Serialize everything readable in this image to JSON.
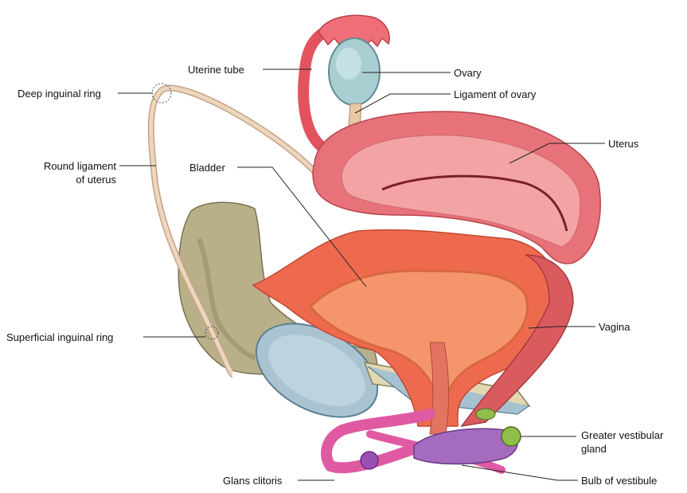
{
  "labels": {
    "uterine_tube": "Uterine tube",
    "ovary": "Ovary",
    "ligament_of_ovary": "Ligament of ovary",
    "deep_inguinal_ring": "Deep inguinal ring",
    "uterus": "Uterus",
    "round_ligament_line1": "Round ligament",
    "round_ligament_line2": "of uterus",
    "bladder": "Bladder",
    "superficial_inguinal_ring": "Superficial inguinal ring",
    "vagina": "Vagina",
    "greater_vestibular_line1": "Greater vestibular",
    "greater_vestibular_line2": "gland",
    "glans_clitoris": "Glans clitoris",
    "bulb_of_vestibule": "Bulb of vestibule"
  },
  "colors": {
    "uterus": "#e8727a",
    "uterus_inner": "#f4a3a5",
    "bladder": "#ee6a4f",
    "bladder_inner": "#f4956e",
    "ovary": "#a9cfd2",
    "tube": "#ee6f78",
    "ligament": "#e8c9a5",
    "bone": "#b9b08a",
    "pubic_disc": "#a9c3d1",
    "clitoris": "#e05aa3",
    "bulb": "#a56bbf",
    "gland": "#8fbf4a",
    "membrane": "#e2d7b0"
  }
}
